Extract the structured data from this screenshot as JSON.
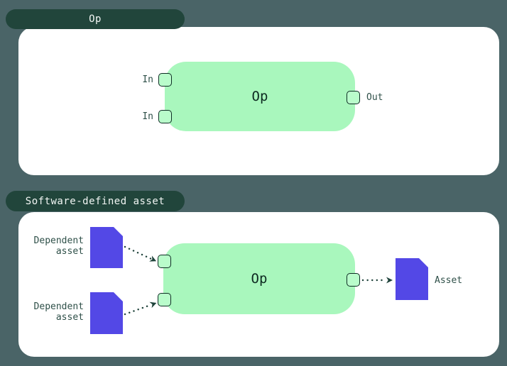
{
  "colors": {
    "background": "#4a6467",
    "tab_background": "#21453b",
    "tab_text": "#f2f6f4",
    "panel_background": "#ffffff",
    "op_node_fill": "#a9f7bd",
    "port_fill": "#b9fccb",
    "port_border": "#0e2d24",
    "asset_fill": "#5348e6",
    "label_text": "#2f5049",
    "arrow": "#1e423a"
  },
  "panels": {
    "op": {
      "tab_label": "Op",
      "node_label": "Op",
      "input_labels": [
        "In",
        "In"
      ],
      "output_label": "Out"
    },
    "sda": {
      "tab_label": "Software-defined asset",
      "node_label": "Op",
      "dependency_labels": [
        "Dependent asset",
        "Dependent asset"
      ],
      "asset_label": "Asset"
    }
  }
}
